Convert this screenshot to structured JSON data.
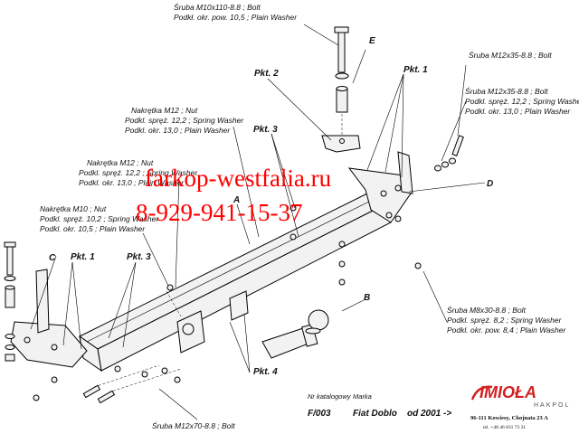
{
  "labels": {
    "bolt_m10x110_l1": "Śruba M10x110-8.8  ;  Bolt",
    "bolt_m10x110_l2": "Podkł. okr. pow.  10,5 ; Plain Washer",
    "bolt_m12x35_top": "Śruba M12x35-8.8  ;  Bolt",
    "bolt_m12x35_l1": "Śruba M12x35-8.8  ;  Bolt",
    "bolt_m12x35_l2": "Podkl. spręż. 12,2 ; Spring Washer",
    "bolt_m12x35_l3": "Podkl. okr. 13,0 ; Plain Washer",
    "nut_m12_a_l1": "Nakrętka  M12 ; Nut",
    "nut_m12_a_l2": "Podkl. spręż. 12,2 ; Spring Washer",
    "nut_m12_a_l3": "Podkl. okr. 13,0 ;  Plain Washer",
    "nut_m12_b_l1": "Nakrętka  M12 ; Nut",
    "nut_m12_b_l2": "Podkl. spręż. 12,2 ; Spring Washer",
    "nut_m12_b_l3": "Podkl. okr. 13,0 ; Plain Washer",
    "nut_m10_l1": "Nakrętka  M10 ; Nut",
    "nut_m10_l2": "Podkl. spręż. 10,2 ; Spring Washer",
    "nut_m10_l3": "Podkl. okr. 10,5 ;  Plain Washer",
    "bolt_m8x30_l1": "Śruba M8x30-8.8  ;  Bolt",
    "bolt_m8x30_l2": "Podkl. spręż. 8,2 ; Spring Washer",
    "bolt_m8x30_l3": "Podkl. okr. pow.  8,4 ;  Plain Washer",
    "bolt_m12x70": "Śruba M12x70-8.8  ;  Bolt"
  },
  "points": {
    "pkt1_top": "Pkt. 1",
    "pkt2": "Pkt. 2",
    "pkt3_top": "Pkt. 3",
    "pkt1_left": "Pkt. 1",
    "pkt3_left": "Pkt. 3",
    "pkt4": "Pkt. 4"
  },
  "letters": {
    "a": "A",
    "b": "B",
    "c": "C",
    "d": "D",
    "e": "E"
  },
  "watermark": {
    "site": "farkop-westfalia.ru",
    "phone": "8-929-941-15-37"
  },
  "footer": {
    "catalog_label": "Nr katalogowy",
    "brand_label": "Marka",
    "catalog_no": "F/003",
    "model": "Fiat Doblo",
    "year": "od  2001 ->"
  },
  "logo": {
    "name": "IMIOŁA",
    "sub": "HAKPOL",
    "address": "96-111 Kowiesy, Chojnata 23 A",
    "tel": "tel. +48 46 831 73 31"
  }
}
